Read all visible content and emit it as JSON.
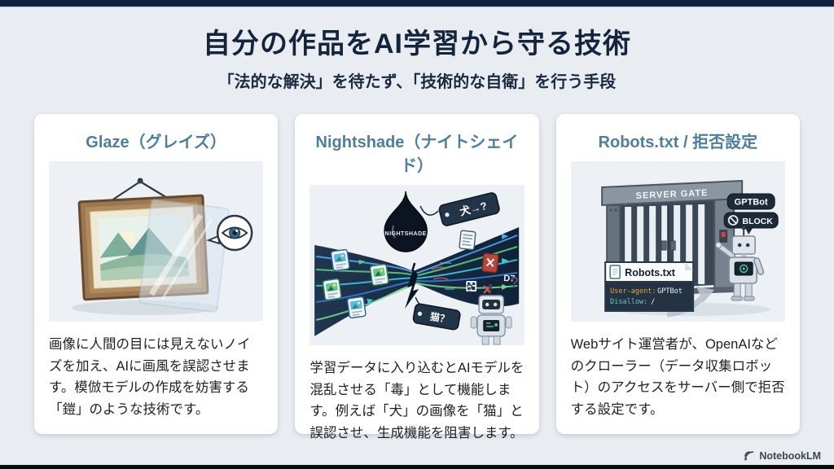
{
  "page": {
    "title": "自分の作品をAI学習から守る技術",
    "subtitle": "「法的な解決」を待たず、「技術的な自衛」を行う手段"
  },
  "cards": [
    {
      "title": "Glaze（グレイズ）",
      "body": "画像に人間の目には見えないノイズを加え、AIに画風を誤認させます。模倣モデルの作成を妨害する「鎧」のような技術です。",
      "illustration": "framed-painting-with-protective-glass-and-eye"
    },
    {
      "title": "Nightshade（ナイトシェイド）",
      "body": "学習データに入り込むとAIモデルを混乱させる「毒」として機能します。例えば「犬」の画像を「猫」と誤認させ、生成機能を阻害します。",
      "illustration": "poison-drop-corrupting-data-stream",
      "labels": {
        "drop": "NIGHTSHADE",
        "tag_dog": "犬→?",
        "tag_cat": "猫？",
        "glitch": "D7"
      }
    },
    {
      "title": "Robots.txt / 拒否設定",
      "body": "Webサイト運営者が、OpenAIなどのクローラー（データ収集ロボット）のアクセスをサーバー側で拒否する設定です。",
      "illustration": "server-gate-blocking-crawler-robot",
      "labels": {
        "gate": "SERVER GATE",
        "bot_badge": "GPTBot",
        "block_badge": "BLOCK",
        "file_name": "Robots.txt",
        "code1_key": "User-agent:",
        "code1_val": "GPTBot",
        "code2_key": "Disallow:",
        "code2_val": "/"
      }
    }
  ],
  "footer": {
    "brand": "NotebookLM"
  },
  "colors": {
    "accent_teal": "#4d7e9c",
    "heading_navy": "#15243e",
    "background": "#e9edf2",
    "top_bar": "#0e2140",
    "card_bg": "#ffffff",
    "illustration_bg": "#edf1f6"
  }
}
